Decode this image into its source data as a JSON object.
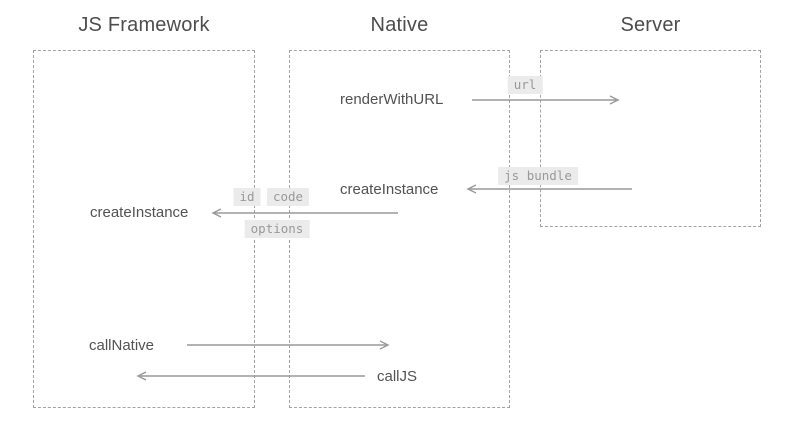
{
  "titles": {
    "js_framework": "JS Framework",
    "native": "Native",
    "server": "Server"
  },
  "labels": {
    "render_with_url": "renderWithURL",
    "create_instance_native": "createInstance",
    "create_instance_js": "createInstance",
    "call_native": "callNative",
    "call_js": "callJS"
  },
  "badges": {
    "url": "url",
    "js_bundle": "js bundle",
    "id": "id",
    "code": "code",
    "options": "options"
  },
  "colors": {
    "background": "#ffffff",
    "title_text": "#4d4d4d",
    "label_text": "#525252",
    "arrow": "#999999",
    "box_border": "#a3a3a3",
    "badge_bg": "#ebebeb",
    "badge_text": "#999999"
  },
  "messages": [
    {
      "from": "native",
      "to": "server",
      "label": "renderWithURL",
      "badges": [
        "url"
      ],
      "direction": "right"
    },
    {
      "from": "server",
      "to": "native",
      "label": "createInstance",
      "badges": [
        "js bundle"
      ],
      "direction": "left"
    },
    {
      "from": "native",
      "to": "js_framework",
      "label": "createInstance",
      "badges": [
        "id",
        "code",
        "options"
      ],
      "direction": "left"
    },
    {
      "from": "js_framework",
      "to": "native",
      "label": "callNative",
      "badges": [],
      "direction": "right"
    },
    {
      "from": "native",
      "to": "js_framework",
      "label": "callJS",
      "badges": [],
      "direction": "left"
    }
  ]
}
